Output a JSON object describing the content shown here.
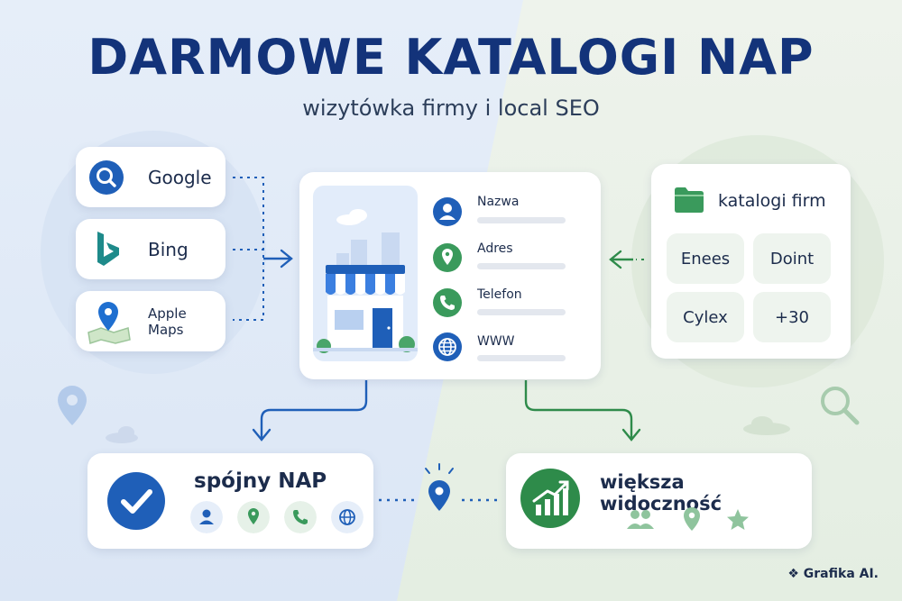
{
  "title": "DARMOWE KATALOGI NAP",
  "subtitle": "wizytówka firmy i local SEO",
  "search_engines": [
    {
      "label": "Google",
      "icon": "google-search-icon"
    },
    {
      "label": "Bing",
      "icon": "bing-icon"
    },
    {
      "label": "Apple Maps",
      "icon": "apple-maps-icon"
    }
  ],
  "business_card": {
    "fields": [
      {
        "label": "Nazwa",
        "icon": "person-icon"
      },
      {
        "label": "Adres",
        "icon": "location-pin-icon"
      },
      {
        "label": "Telefon",
        "icon": "phone-icon"
      },
      {
        "label": "WWW",
        "icon": "globe-icon"
      }
    ]
  },
  "directories": {
    "title": "katalogi firm",
    "items": [
      "Enees",
      "Doint",
      "Cylex",
      "+30"
    ]
  },
  "outcomes": {
    "consistent": {
      "label": "spójny NAP"
    },
    "visibility": {
      "label": "większa widoczność"
    }
  },
  "credit": "❖ Grafika AI.",
  "colors": {
    "blue": "#1f5fb8",
    "navy": "#13337a",
    "green": "#2e8b4a",
    "light_green": "#eef4ee"
  }
}
